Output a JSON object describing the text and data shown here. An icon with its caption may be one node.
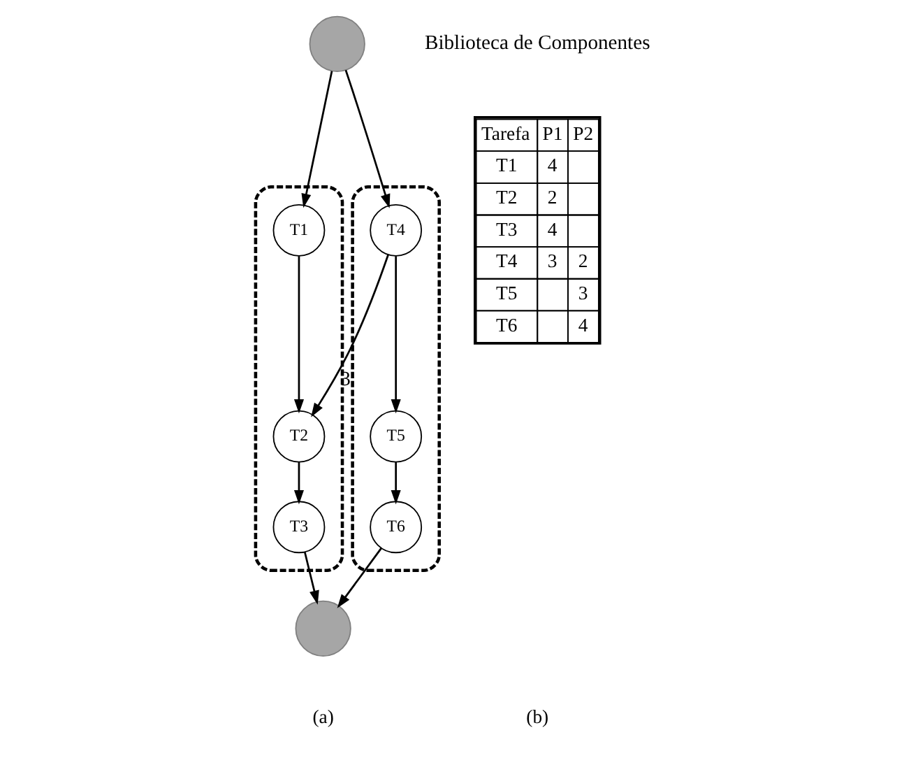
{
  "diagram": {
    "nodes": [
      {
        "text": [],
        "shape": "circle"
      },
      {
        "text": [],
        "shape": "ellipse"
      },
      {
        "text": [
          "T1"
        ],
        "in": 1
      },
      {
        "text": [
          "T2"
        ],
        "in": 1
      },
      {
        "text": [
          "T3"
        ],
        "in": 1
      },
      {
        "text": [],
        "shape": "ellipse"
      },
      {
        "text": [
          "T4"
        ],
        "in": 5
      },
      {
        "text": [
          "T5"
        ],
        "in": 5
      },
      {
        "text": [
          "T6"
        ],
        "in": 5
      },
      {
        "text": [],
        "shape": "circle"
      }
    ],
    "edges": [
      {
        "from": 0,
        "to": 2,
        "arrow": "to"
      },
      {
        "from": 0,
        "to": 6,
        "arrow": "to"
      },
      {
        "from": 2,
        "to": 3,
        "arrow": "to"
      },
      {
        "from": 6,
        "to": 7,
        "arrow": "to"
      },
      {
        "from": 6,
        "to": 3,
        "arrow": "to",
        "label": "3"
      },
      {
        "from": 3,
        "to": 4,
        "arrow": "to"
      },
      {
        "from": 7,
        "to": 8,
        "arrow": "to"
      },
      {
        "from": 4,
        "to": 9,
        "arrow": "to"
      },
      {
        "from": 8,
        "to": 9,
        "arrow": "to"
      }
    ],
    "labels": [
      "Biblioteca de Componentes",
      "Tarefa",
      "P1",
      "P2",
      "T1",
      "4",
      "T2",
      "2",
      "T3",
      "4",
      "T4",
      "3",
      "2",
      "T5",
      "3",
      "T6",
      "4",
      "(a)",
      "(b)"
    ]
  }
}
